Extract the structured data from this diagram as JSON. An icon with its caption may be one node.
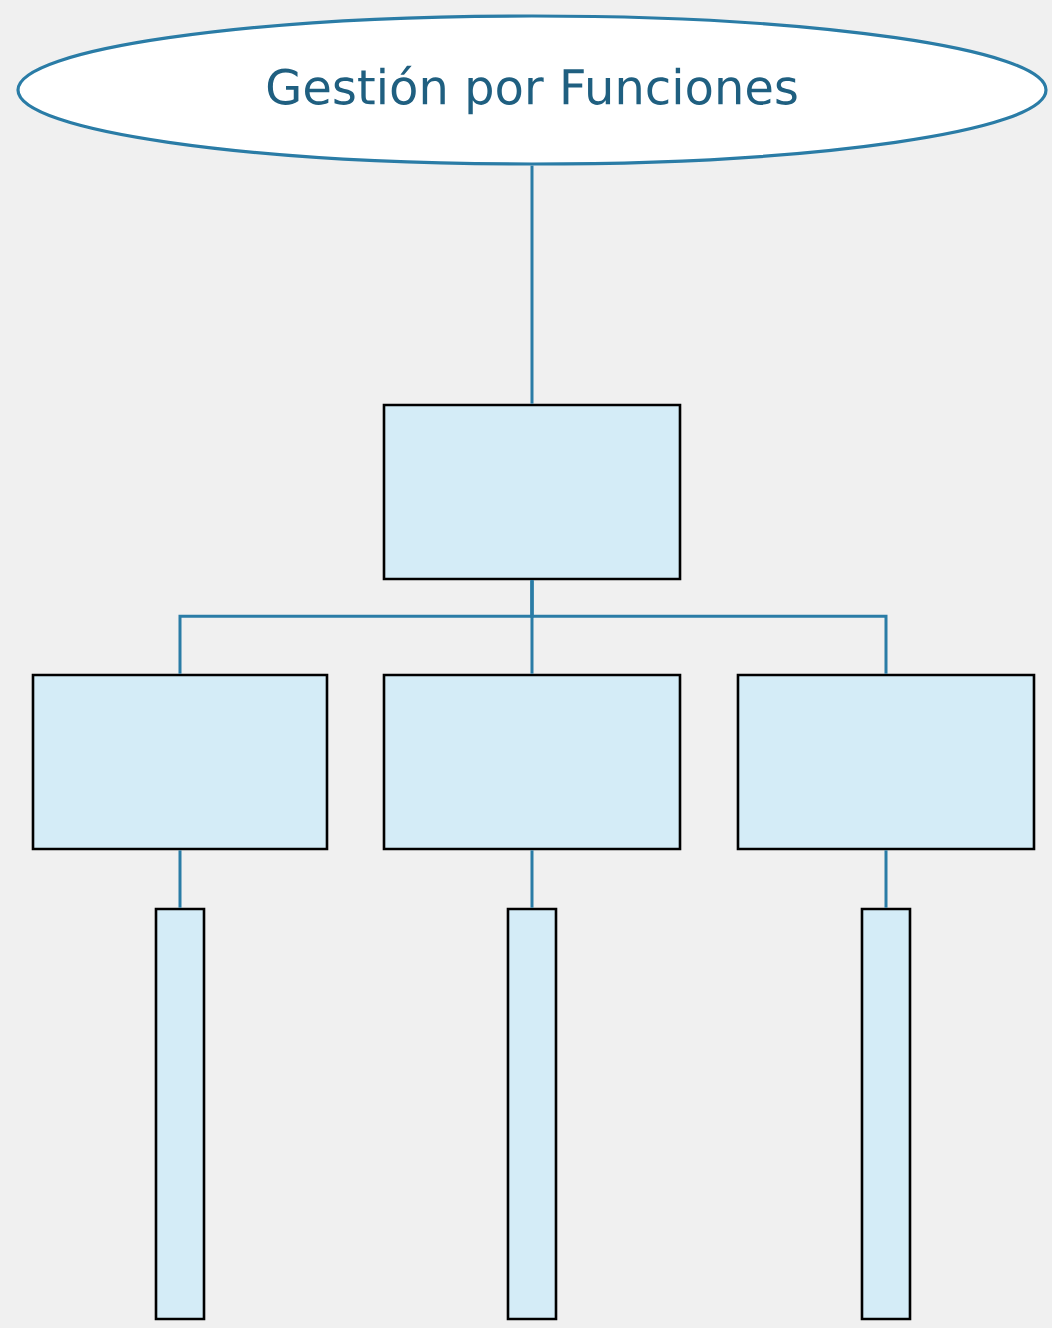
{
  "diagram": {
    "nodes": [
      {
        "text": [
          "Gestión por Funciones"
        ]
      },
      {
        "text": [],
        "shape": "box"
      },
      {
        "text": [],
        "shape": "box"
      },
      {
        "text": [],
        "shape": "box"
      },
      {
        "text": [],
        "shape": "box"
      },
      {
        "text": [],
        "shape": "bar"
      },
      {
        "text": [],
        "shape": "bar"
      },
      {
        "text": [],
        "shape": "bar"
      }
    ],
    "edges": [
      {
        "from": 0,
        "to": 1,
        "arrow": "none"
      },
      {
        "from": 1,
        "to": 2,
        "arrow": "none"
      },
      {
        "from": 1,
        "to": 3,
        "arrow": "none"
      },
      {
        "from": 1,
        "to": 4,
        "arrow": "none"
      },
      {
        "from": 2,
        "to": 5,
        "arrow": "none"
      },
      {
        "from": 3,
        "to": 6,
        "arrow": "none"
      },
      {
        "from": 4,
        "to": 7,
        "arrow": "none"
      }
    ]
  }
}
